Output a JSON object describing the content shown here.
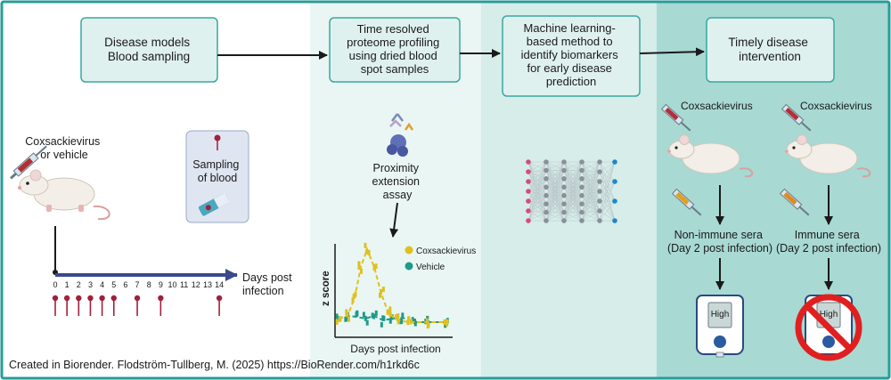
{
  "steps": [
    {
      "lines": [
        "Disease models",
        "Blood sampling"
      ]
    },
    {
      "lines": [
        "Time resolved",
        "proteome profiling",
        "using dried blood",
        "spot samples"
      ]
    },
    {
      "lines": [
        "Machine learning-",
        "based method to",
        "identify biomarkers",
        "for early disease",
        "prediction"
      ]
    },
    {
      "lines": [
        "Timely disease",
        "intervention"
      ]
    }
  ],
  "panel1": {
    "infection_label": [
      "Coxsackievirus",
      "or vehicle"
    ],
    "sampling_label": [
      "Sampling",
      "of blood"
    ],
    "axis_label": [
      "Days post",
      "infection"
    ],
    "days": [
      "0",
      "1",
      "2",
      "3",
      "4",
      "5",
      "6",
      "7",
      "8",
      "9",
      "10",
      "11",
      "12",
      "13",
      "14"
    ],
    "sampled_days": [
      "0",
      "1",
      "2",
      "3",
      "4",
      "5",
      "7",
      "9",
      "14"
    ]
  },
  "panel2": {
    "assay_label": [
      "Proximity",
      "extension",
      "assay"
    ]
  },
  "chart_data": {
    "type": "line",
    "xlabel": "Days post infection",
    "ylabel": "z score",
    "legend_position": "top-right",
    "series": [
      {
        "name": "Coxsackievirus",
        "color": "#e0c020"
      },
      {
        "name": "Vehicle",
        "color": "#1f9a8a"
      }
    ]
  },
  "panel4": {
    "left": {
      "virus": "Coxsackievirus",
      "sera": [
        "Non-immune sera",
        "(Day 2 post infection)"
      ],
      "meter": "High"
    },
    "right": {
      "virus": "Coxsackievirus",
      "sera": [
        "Immune sera",
        "(Day 2 post infection)"
      ],
      "meter": "High"
    }
  },
  "footer": "Created in Biorender. Flodström-Tullberg, M. (2025) https://BioRender.com/h1rkd6c",
  "colors": {
    "frame": "#2a9b9b",
    "box_fill": "#dff1ef",
    "box_stroke": "#3aa7a0",
    "bg2": "#eaf6f3",
    "bg3": "#d6ede9",
    "bg4": "#a8d9d3",
    "tick_red": "#a0213a",
    "axis_navy": "#3a4a8a"
  }
}
